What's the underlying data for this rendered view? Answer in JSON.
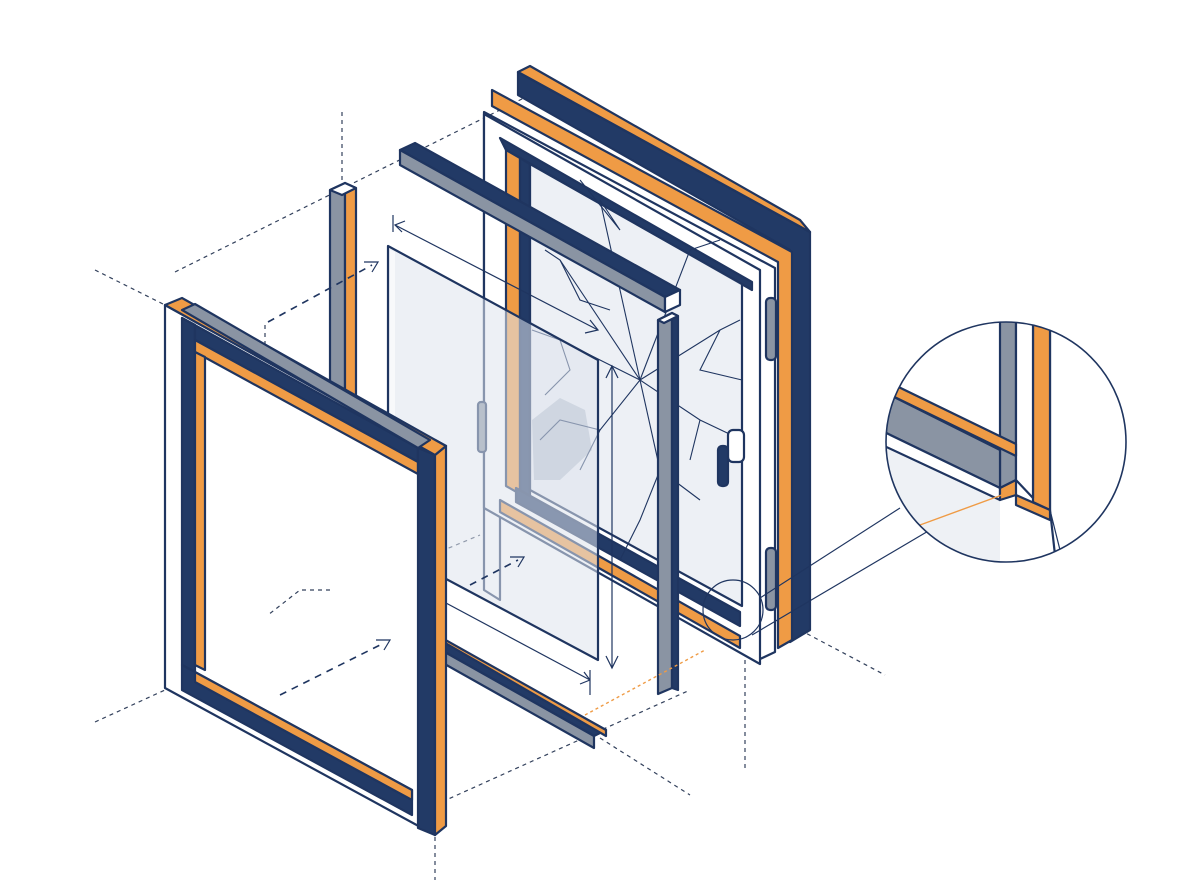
{
  "diagram": {
    "kind": "exploded-window-assembly",
    "palette": {
      "frame_navy": "#223a66",
      "accent_orange": "#ef9b45",
      "glass_tint": "#dfe4ec",
      "bead_gray": "#8a94a3",
      "line": "#1f3560"
    },
    "components": [
      "outer-frame",
      "back-glazing-bead-left",
      "bottom-glazing-bead",
      "glass-pane",
      "top-glazing-bead",
      "front-glazing-bead-right",
      "sash-with-broken-glass",
      "sash-handle-icon",
      "hinge-icon",
      "rear-frame-layers",
      "detail-magnifier"
    ]
  }
}
